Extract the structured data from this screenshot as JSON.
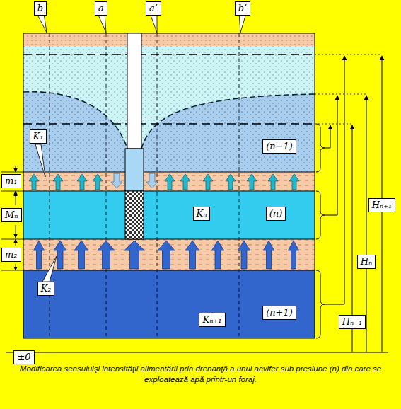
{
  "diagram": {
    "caption": "Modificarea sensuluişi intensităţii alimentării prin drenanţă a unui acvifer sub presiune (n) din care se exploatează apă printr-un foraj.",
    "nodes": [
      {
        "text": [
          "b"
        ]
      },
      {
        "text": [
          "a"
        ]
      },
      {
        "text": [
          "a’"
        ]
      },
      {
        "text": [
          "b’"
        ]
      },
      {
        "text": [
          "m₁"
        ]
      },
      {
        "text": [
          "K₁"
        ]
      },
      {
        "text": [
          "(n−1)"
        ]
      },
      {
        "text": [
          "Mₙ"
        ]
      },
      {
        "text": [
          "Kₙ"
        ]
      },
      {
        "text": [
          "(n)"
        ]
      },
      {
        "text": [
          "m₂"
        ]
      },
      {
        "text": [
          "K₂"
        ]
      },
      {
        "text": [
          "Kₙ₊₁"
        ]
      },
      {
        "text": [
          "(n+1)"
        ]
      },
      {
        "text": [
          "±0"
        ]
      },
      {
        "text": [
          "Hₙ₊₁"
        ]
      },
      {
        "text": [
          "Hₙ"
        ]
      },
      {
        "text": [
          "Hₙ₋₁"
        ]
      }
    ]
  }
}
